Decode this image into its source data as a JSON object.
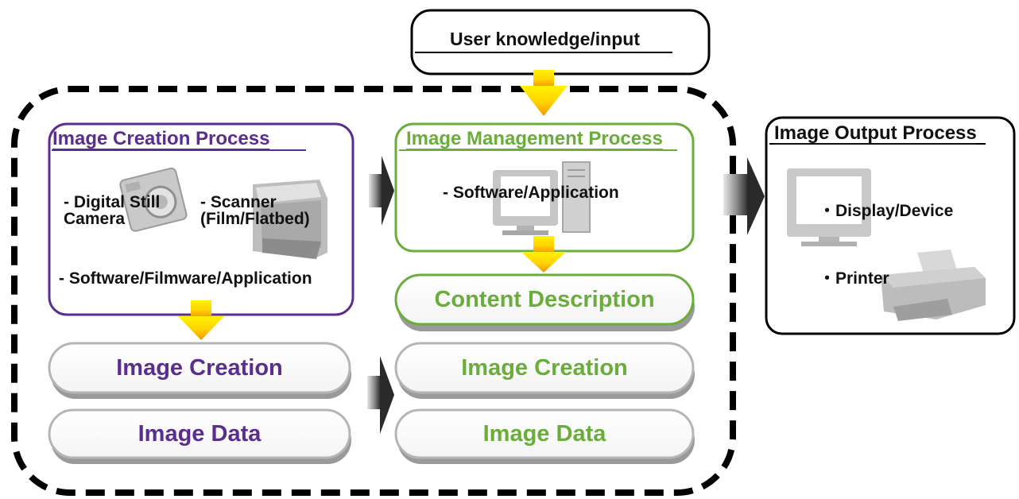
{
  "user_input": {
    "label": "User knowledge/input"
  },
  "creation_process": {
    "title": "Image Creation Process",
    "items": {
      "camera": "- Digital Still\nCamera",
      "scanner": "- Scanner\n(Film/Flatbed)",
      "software": "- Software/Filmware/Application"
    },
    "stack": [
      "Image Creation",
      "Image Data"
    ]
  },
  "management_process": {
    "title": "Image Management Process",
    "items": {
      "software": "- Software/Application"
    },
    "content_description": "Content Description",
    "stack": [
      "Image Creation",
      "Image Data"
    ]
  },
  "output_process": {
    "title": "Image Output Process",
    "items": {
      "display": "・Display/Device",
      "printer": "・Printer"
    }
  },
  "colors": {
    "creation_accent": "#5b2d8e",
    "management_accent": "#6aad3a",
    "arrow_yellow": "#ffe600",
    "arrow_orange": "#f5a300",
    "dashed_border": "#000000",
    "pill_border": "#b5b5b5"
  },
  "icons": [
    "digital-camera-icon",
    "scanner-icon",
    "desktop-computer-icon",
    "monitor-icon",
    "printer-icon"
  ]
}
